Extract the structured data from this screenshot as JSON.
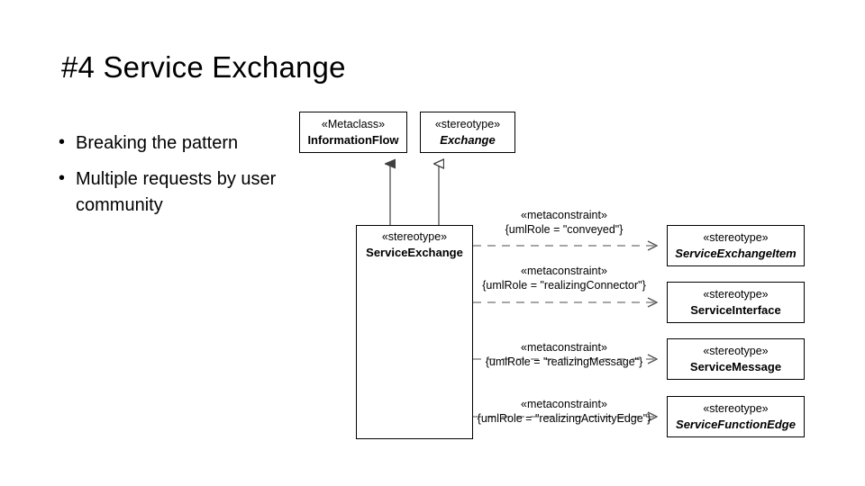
{
  "slide": {
    "title": "#4 Service Exchange",
    "bullets": [
      {
        "marker": "•",
        "text": "Breaking the pattern"
      },
      {
        "marker": "•",
        "text": "Multiple requests by user community"
      }
    ]
  },
  "diagram": {
    "boxes": {
      "information_flow": {
        "stereotype": "«Metaclass»",
        "name": "InformationFlow"
      },
      "exchange": {
        "stereotype": "«stereotype»",
        "name": "Exchange"
      },
      "service_exchange": {
        "stereotype": "«stereotype»",
        "name": "ServiceExchange"
      },
      "service_exchange_item": {
        "stereotype": "«stereotype»",
        "name": "ServiceExchangeItem"
      },
      "service_interface": {
        "stereotype": "«stereotype»",
        "name": "ServiceInterface"
      },
      "service_message": {
        "stereotype": "«stereotype»",
        "name": "ServiceMessage"
      },
      "service_function_edge": {
        "stereotype": "«stereotype»",
        "name": "ServiceFunctionEdge"
      }
    },
    "edge_labels": {
      "conveyed": {
        "stereotype": "«metaconstraint»",
        "role": "{umlRole = \"conveyed\"}"
      },
      "realizing_connector": {
        "stereotype": "«metaconstraint»",
        "role": "{umlRole = \"realizingConnector\"}"
      },
      "realizing_message": {
        "stereotype": "«metaconstraint»",
        "role": "{umlRole = \"realizingMessage\"}"
      },
      "realizing_activity_edge": {
        "stereotype": "«metaconstraint»",
        "role": "{umlRole = \"realizingActivityEdge\"}"
      }
    },
    "colors": {
      "line": "#808080",
      "box_border": "#000000",
      "background": "#ffffff",
      "text": "#000000"
    }
  }
}
